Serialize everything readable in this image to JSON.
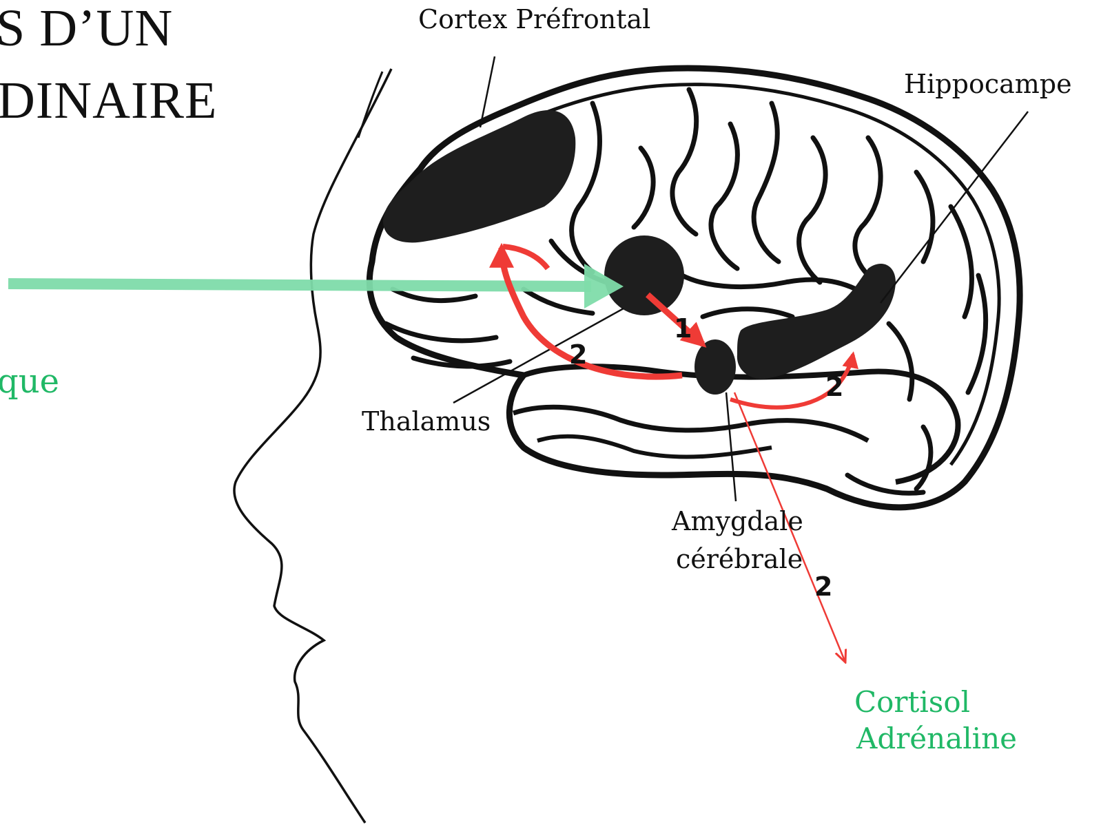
{
  "title": {
    "line1": "S D’UN",
    "line2": "DINAIRE"
  },
  "side_text": "que",
  "labels": {
    "prefrontal": "Cortex Préfrontal",
    "hippocampe": "Hippocampe",
    "thalamus": "Thalamus",
    "amygdale_1": "Amygdale",
    "amygdale_2": "cérébrale",
    "hormone_1": "Cortisol",
    "hormone_2": "Adrénaline"
  },
  "step_numbers": {
    "amygdala_arrow": "1",
    "prefrontal_arrow": "2",
    "hippocampus_arrow": "2",
    "hormone_arrow": "2"
  },
  "colors": {
    "green": "#20b866",
    "green_arrow": "#7fdcaa",
    "red": "#ef3b36",
    "line": "#111111"
  }
}
